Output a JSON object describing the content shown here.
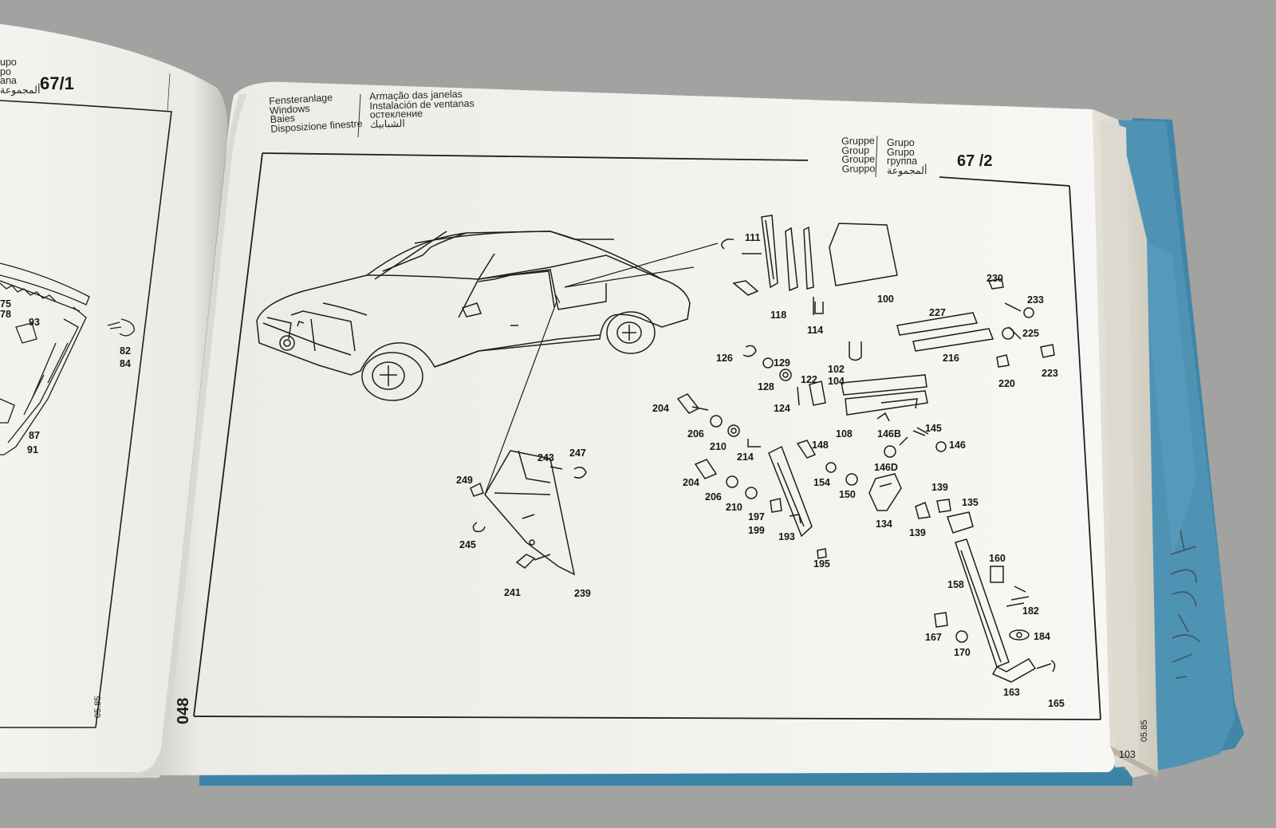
{
  "left_page": {
    "group_header": [
      "upo",
      "po",
      "ana",
      "ألمجموعة"
    ],
    "group_number": "67/1",
    "page_number": "048",
    "date_code": "05.85",
    "callouts": [
      "75",
      "78",
      "93",
      "82",
      "84",
      "87",
      "91"
    ]
  },
  "right_page": {
    "title_left": [
      "Fensteranlage",
      "Windows",
      "Baies",
      "Disposizione finestre"
    ],
    "title_right": [
      "Armação das janelas",
      "Instalación de ventanas",
      "остекление",
      "الشبابيك"
    ],
    "group_labels_left": [
      "Gruppe",
      "Group",
      "Groupe",
      "Gruppo"
    ],
    "group_labels_right": [
      "Grupo",
      "Grupo",
      "группа",
      "ألمجموعة"
    ],
    "group_number": "67 /2",
    "date_code": "05.85",
    "page_number": "103",
    "callouts": {
      "c111": "111",
      "c118": "118",
      "c114": "114",
      "c100": "100",
      "c230": "230",
      "c233": "233",
      "c227": "227",
      "c216": "216",
      "c225": "225",
      "c220": "220",
      "c223": "223",
      "c126": "126",
      "c129": "129",
      "c128": "128",
      "c122": "122",
      "c124": "124",
      "c102": "102",
      "c104": "104",
      "c108": "108",
      "c146B": "146B",
      "c145": "145",
      "c146": "146",
      "c146D": "146D",
      "c204a": "204",
      "c206a": "206",
      "c210a": "210",
      "c214": "214",
      "c148": "148",
      "c154": "154",
      "c150": "150",
      "c204b": "204",
      "c206b": "206",
      "c210b": "210",
      "c197": "197",
      "c199": "199",
      "c193": "193",
      "c195": "195",
      "c134": "134",
      "c139a": "139",
      "c139b": "139",
      "c135": "135",
      "c249": "249",
      "c243": "243",
      "c247": "247",
      "c245": "245",
      "c241": "241",
      "c239": "239",
      "c160": "160",
      "c158": "158",
      "c182": "182",
      "c184": "184",
      "c167": "167",
      "c170": "170",
      "c163": "163",
      "c165": "165"
    }
  },
  "cover_handwriting": "YUSUF",
  "colors": {
    "background": "#a2a2a0",
    "paper": "#f4f4f1",
    "cover_blue": "#4f93b4",
    "ink": "#1a1a1a"
  }
}
